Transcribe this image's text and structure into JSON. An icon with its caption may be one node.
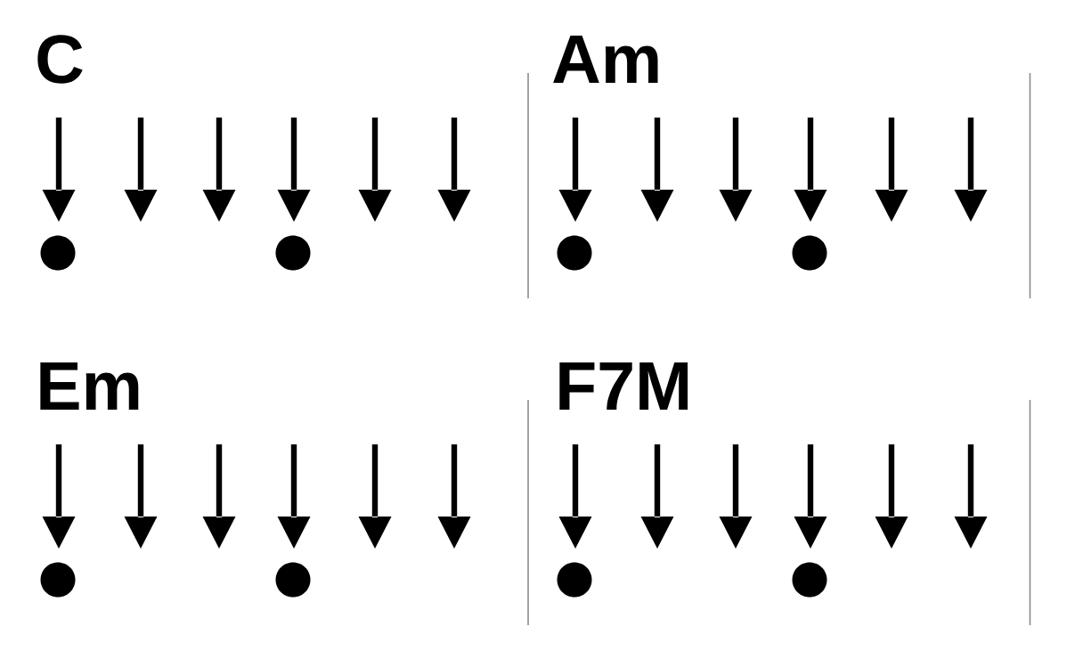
{
  "diagram": {
    "labels": [
      "C",
      "Am",
      "Em",
      "F7M"
    ]
  }
}
